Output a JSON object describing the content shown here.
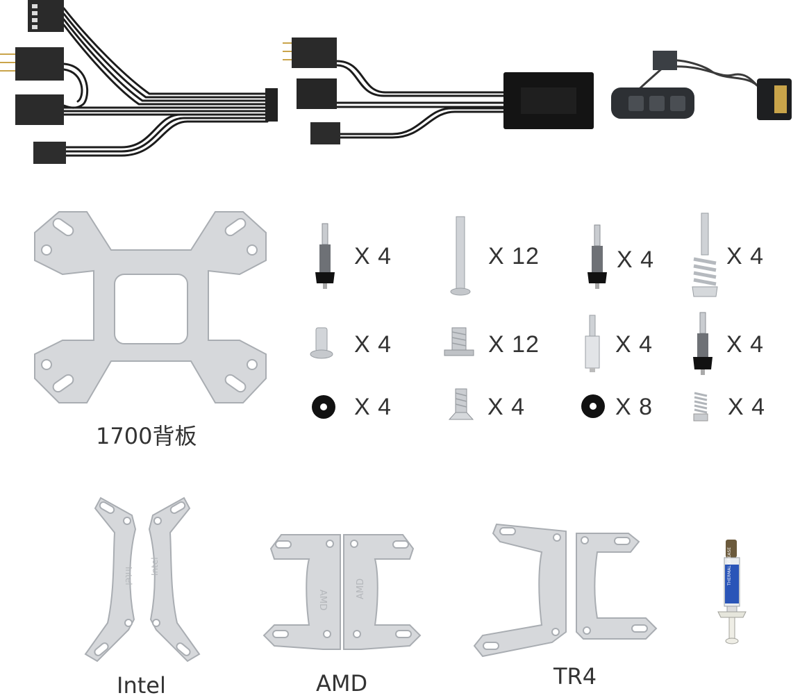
{
  "colors": {
    "metal": "#d6d8db",
    "metal_edge": "#a9adb2",
    "cable": "#1c1c1c",
    "text": "#333333"
  },
  "cables": {
    "splitter_cable_icon": "fan-splitter-cable",
    "controller_hub_icon": "argb-hub",
    "remote_controller_icon": "rgb-remote-controller"
  },
  "backplate": {
    "label": "1700背板"
  },
  "hardware": [
    {
      "icon": "standoff-screw-black-base",
      "qty": "X 4"
    },
    {
      "icon": "long-screw",
      "qty": "X 12"
    },
    {
      "icon": "standoff-screw-black-base",
      "qty": "X 4"
    },
    {
      "icon": "spring-screw",
      "qty": "X 4"
    },
    {
      "icon": "short-standoff",
      "qty": "X 4"
    },
    {
      "icon": "flange-screw",
      "qty": "X 12"
    },
    {
      "icon": "hex-standoff",
      "qty": "X 4"
    },
    {
      "icon": "standoff-screw-black-base",
      "qty": "X 4"
    },
    {
      "icon": "rubber-washer",
      "qty": "X 4"
    },
    {
      "icon": "countersunk-screw",
      "qty": "X 4"
    },
    {
      "icon": "rubber-washer",
      "qty": "X 8"
    },
    {
      "icon": "spring",
      "qty": "X 4"
    }
  ],
  "brackets": [
    {
      "label": "Intel",
      "engraving": "Intel"
    },
    {
      "label": "AMD",
      "engraving": "AMD"
    },
    {
      "label": "TR4",
      "engraving": ""
    }
  ],
  "thermal_grease": {
    "icon": "thermal-grease-syringe",
    "engraving": "THERMAL GREASE"
  }
}
